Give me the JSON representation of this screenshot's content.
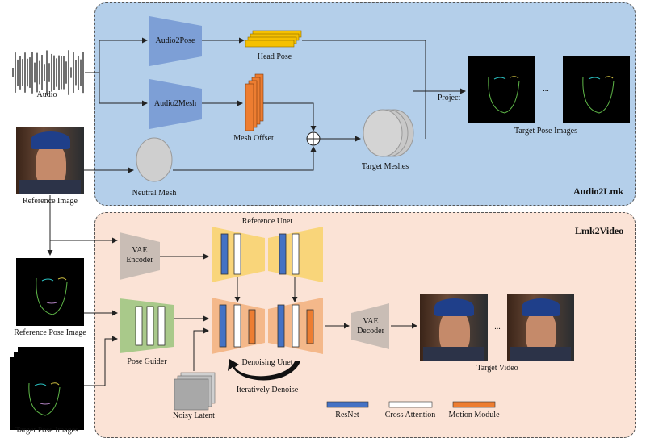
{
  "top_panel": {
    "title": "Audio2Lmk",
    "color": "#b4cfea"
  },
  "bottom_panel": {
    "title": "Lmk2Video",
    "color": "#fbe3d6"
  },
  "inputs": {
    "audio": "Audio",
    "reference_image": "Reference Image",
    "reference_pose_image": "Reference Pose Image",
    "target_pose_images": "Target Pose Images"
  },
  "audio2lmk": {
    "audio2pose": "Audio2Pose",
    "audio2mesh": "Audio2Mesh",
    "head_pose": "Head Pose",
    "mesh_offset": "Mesh Offset",
    "neutral_mesh": "Neutral Mesh",
    "target_meshes": "Target Meshes",
    "project": "Project",
    "target_pose_images": "Target Pose Images",
    "ellipsis": "..."
  },
  "lmk2video": {
    "vae_encoder": "VAE Encoder",
    "reference_unet": "Reference Unet",
    "denoising_unet": "Denoising Unet",
    "pose_guider": "Pose Guider",
    "iteratively_denoise": "Iteratively Denoise",
    "noisy_latent": "Noisy Latent",
    "vae_decoder": "VAE Decoder",
    "target_video": "Target Video",
    "ellipsis": "..."
  },
  "legend": [
    {
      "label": "ResNet",
      "color": "#4472c4"
    },
    {
      "label": "Cross Attention",
      "color": "#ffffff"
    },
    {
      "label": "Motion Module",
      "color": "#ed7d31"
    }
  ],
  "colors": {
    "module_blue": "#7d9fd6",
    "head_pose": "#f5c000",
    "mesh_offset": "#ed7d31",
    "vae": "#c9bdb5",
    "reference_unet": "#f9d57a",
    "denoising_unet": "#f4b88a",
    "pose_guider": "#a9c98a"
  }
}
